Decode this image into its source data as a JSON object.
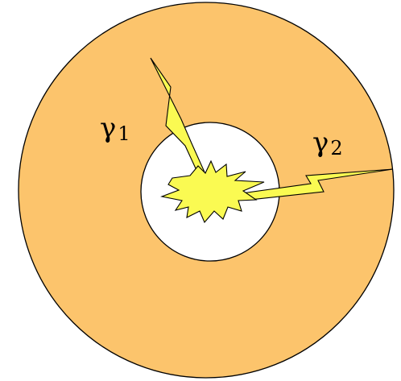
{
  "labels": {
    "gamma1": {
      "symbol": "γ",
      "subscript": "1"
    },
    "gamma2": {
      "symbol": "γ",
      "subscript": "2"
    }
  },
  "colors": {
    "annulus_fill": "#FCC46C",
    "inner_hole_fill": "#FFFFFF",
    "outline": "#000000",
    "spark_fill": "#FAFA52"
  }
}
